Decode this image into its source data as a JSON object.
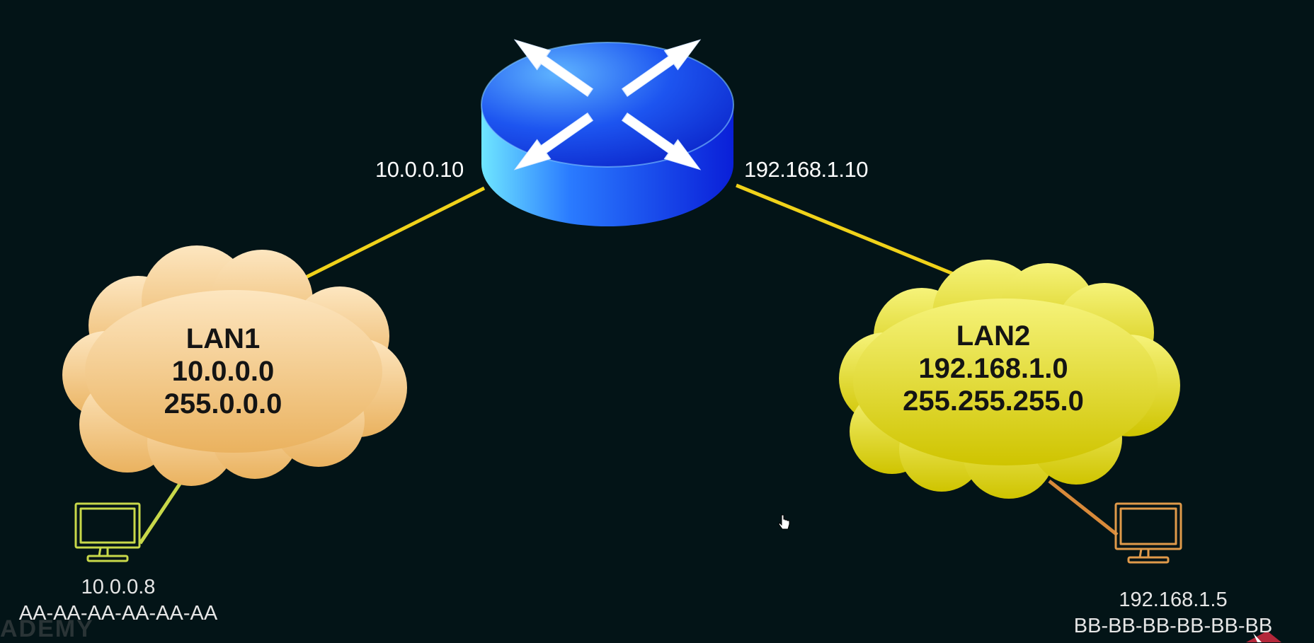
{
  "router": {
    "left_ip": "10.0.0.10",
    "right_ip": "192.168.1.10",
    "icon": "router-icon"
  },
  "lan1": {
    "name": "LAN1",
    "network": "10.0.0.0",
    "mask": "255.0.0.0",
    "color": "#f2c27a"
  },
  "lan2": {
    "name": "LAN2",
    "network": "192.168.1.0",
    "mask": "255.255.255.0",
    "color": "#e4e02a"
  },
  "host1": {
    "ip": "10.0.0.8",
    "mac": "AA-AA-AA-AA-AA-AA",
    "icon": "monitor-icon",
    "color": "#c8d84a"
  },
  "host2": {
    "ip": "192.168.1.5",
    "mac": "BB-BB-BB-BB-BB-BB",
    "icon": "monitor-icon",
    "color": "#e09a4a"
  },
  "link_color": "#f0d21a",
  "watermark": "ADEMY"
}
